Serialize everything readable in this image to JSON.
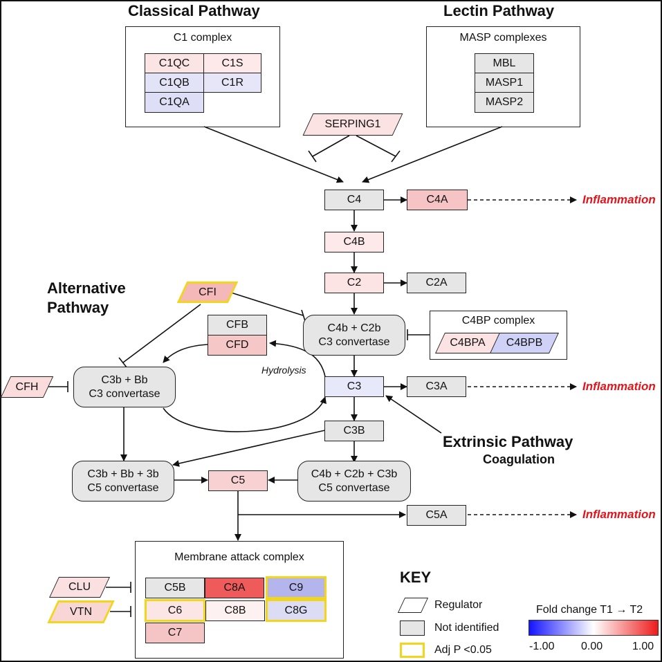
{
  "titles": {
    "classical": "Classical Pathway",
    "lectin": "Lectin Pathway",
    "alternative_1": "Alternative",
    "alternative_2": "Pathway",
    "extrinsic": "Extrinsic Pathway",
    "coagulation": "Coagulation"
  },
  "complexes": {
    "c1": "C1 complex",
    "masp": "MASP complexes",
    "c4bp": "C4BP complex",
    "mac": "Membrane attack complex"
  },
  "genes": {
    "C1QC": "C1QC",
    "C1S": "C1S",
    "C1QB": "C1QB",
    "C1R": "C1R",
    "C1QA": "C1QA",
    "MBL": "MBL",
    "MASP1": "MASP1",
    "MASP2": "MASP2",
    "SERPING1": "SERPING1",
    "C4": "C4",
    "C4A": "C4A",
    "C4B": "C4B",
    "C2": "C2",
    "C2A": "C2A",
    "CFI": "CFI",
    "CFB": "CFB",
    "CFD": "CFD",
    "C4BPA": "C4BPA",
    "C4BPB": "C4BPB",
    "CFH": "CFH",
    "C3": "C3",
    "C3A": "C3A",
    "C3B": "C3B",
    "C5": "C5",
    "C5A": "C5A",
    "CLU": "CLU",
    "VTN": "VTN",
    "C5B": "C5B",
    "C8A": "C8A",
    "C9": "C9",
    "C6": "C6",
    "C8B": "C8B",
    "C8G": "C8G",
    "C7": "C7"
  },
  "convertases": {
    "c4b_c2b_1": "C4b + C2b",
    "c4b_c2b_2": "C3 convertase",
    "c3b_bb_1": "C3b + Bb",
    "c3b_bb_2": "C3 convertase",
    "c3b_bb_3b_1": "C3b + Bb + 3b",
    "c3b_bb_3b_2": "C5 convertase",
    "c4b_c2b_c3b_1": "C4b + C2b + C3b",
    "c4b_c2b_c3b_2": "C5 convertase"
  },
  "hydrolysis": "Hydrolysis",
  "inflammation": "Inflammation",
  "key": {
    "title": "KEY",
    "regulator": "Regulator",
    "not_identified": "Not identified",
    "adjp": "Adj P <0.05"
  },
  "scale": {
    "title": "Fold change T1 → T2",
    "min": "-1.00",
    "mid": "0.00",
    "max": "1.00"
  },
  "colors": {
    "not_identified": "#e6e6e6",
    "significant_border": "#f2d61b",
    "neg": "#1414ff",
    "pos": "#ee1c1c",
    "C1QC": "#fbe4e4",
    "C1S": "#fde9e9",
    "C1QB": "#e3e3f8",
    "C1R": "#e6e6f8",
    "C1QA": "#dedef6",
    "SERPING1": "#fbe3e3",
    "C4A": "#f6c4c4",
    "C4B": "#fde9ea",
    "C2": "#fce4e5",
    "CFI": "#f4b8b8",
    "CFD": "#f6c7c7",
    "C4BPA": "#fbe3e3",
    "C4BPB": "#cfd2f6",
    "CFH": "#fadcdc",
    "C3": "#e8e8fb",
    "C5": "#f8d2d3",
    "CLU": "#fae0e0",
    "VTN": "#f8d6d6",
    "C8A": "#ef5a5a",
    "C9": "#b5b5ee",
    "C6": "#fbe5e5",
    "C8B": "#fdf1f1",
    "C8G": "#dcdcf5",
    "C7": "#f5c4c4"
  }
}
